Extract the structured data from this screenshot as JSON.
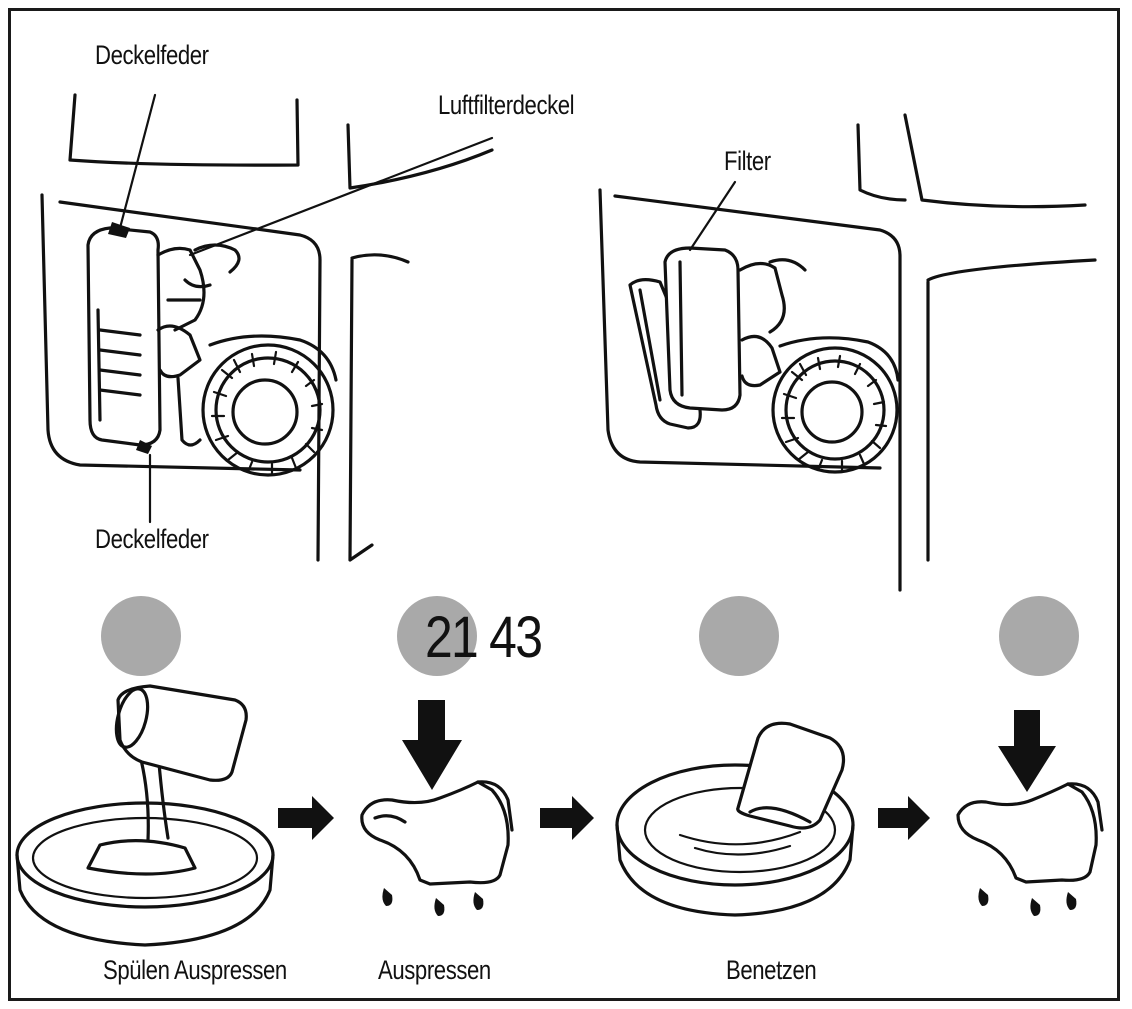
{
  "labels": {
    "spring_top": "Deckelfeder",
    "air_filter_cover": "Luftfilterdeckel",
    "spring_bottom": "Deckelfeder",
    "filter": "Filter"
  },
  "step_numbers": "21 43",
  "step_captions": {
    "rinse_squeeze": "Spülen Auspressen",
    "squeeze": "Auspressen",
    "wet": "Benetzen"
  },
  "colors": {
    "step_dot": "#a9a9a9",
    "line": "#111111"
  },
  "icons": [
    "arrow-right-icon",
    "press-arrow-icon",
    "drop-icon"
  ]
}
